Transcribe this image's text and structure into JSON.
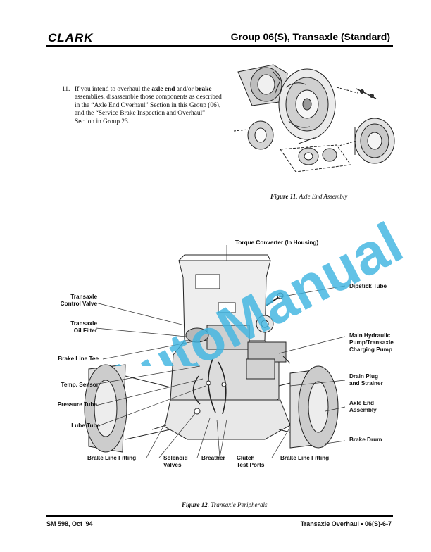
{
  "header": {
    "logo": "CLARK",
    "group_title": "Group 06(S), Transaxle (Standard)"
  },
  "step": {
    "number": "11.",
    "text_a": "If you intend to overhaul the ",
    "bold1": "axle end",
    "text_b": " and/or ",
    "bold2": "brake",
    "text_c": " assemblies, disassemble those components as described in the “Axle End Overhaul” Section in this Group (06), and the “Service Brake Inspection and Overhaul” Section in Group 23."
  },
  "figure11": {
    "label": "Figure 11",
    "caption": ". Axle End Assembly"
  },
  "figure12": {
    "label": "Figure 12",
    "caption": ". Transaxle Peripherals",
    "callouts": {
      "torque_converter": "Torque Converter (In Housing)",
      "dipstick_tube": "Dipstick Tube",
      "transaxle_control_valve_1": "Transaxle",
      "transaxle_control_valve_2": "Control Valve",
      "transaxle_oil_filter_1": "Transaxle",
      "transaxle_oil_filter_2": "Oil Filter",
      "main_hydraulic_1": "Main Hydraulic",
      "main_hydraulic_2": "Pump/Transaxle",
      "main_hydraulic_3": "Charging Pump",
      "brake_line_tee": "Brake Line Tee",
      "drain_plug_1": "Drain Plug",
      "drain_plug_2": "and Strainer",
      "temp_sensor": "Temp. Sensor",
      "axle_end_1": "Axle End",
      "axle_end_2": "Assembly",
      "pressure_tube": "Pressure Tube",
      "lube_tube": "Lube Tube",
      "brake_drum": "Brake Drum",
      "brake_line_fitting_left": "Brake Line Fitting",
      "solenoid_valves_1": "Solenoid",
      "solenoid_valves_2": "Valves",
      "breather": "Breather",
      "clutch_1": "Clutch",
      "clutch_2": "Test Ports",
      "brake_line_fitting_right": "Brake Line Fitting"
    }
  },
  "watermark": {
    "text": "AutoManual",
    "color": "#3fb4e0"
  },
  "footer": {
    "left": "SM 598, Oct '94",
    "right": "Transaxle Overhaul  •  06(S)-6-7"
  }
}
